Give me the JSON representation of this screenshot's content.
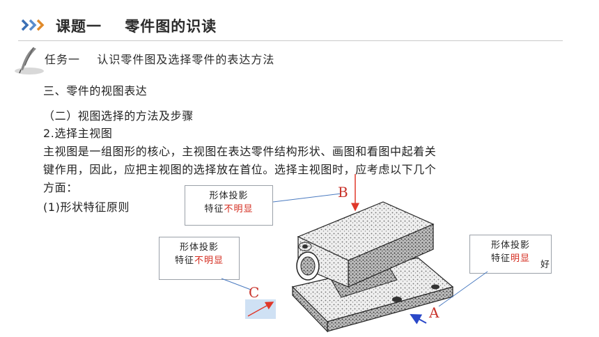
{
  "header": {
    "title": "课题一    零件图的识读"
  },
  "task": {
    "label": "任务一    认识零件图及选择零件的表达方法"
  },
  "content": {
    "section_heading": "三、零件的视图表达",
    "subsection_heading": "（二）视图选择的方法及步骤",
    "step_heading": "2.选择主视图",
    "paragraph_lines": [
      "主视图是一组图形的核心，主视图在表达零件结构形状、画图和看图中起着关",
      "键作用，因此，应把主视图的选择放在首位。选择主视图时，应考虑以下几个",
      "方面："
    ],
    "principle": "(1)形状特征原则"
  },
  "callouts": {
    "b": {
      "line1": "形体投影",
      "line2_prefix": "特征",
      "line2_highlight": "不明显"
    },
    "c": {
      "line1": "形体投影",
      "line2_prefix": "特征",
      "line2_highlight": "不明显"
    },
    "a": {
      "line1": "形体投影",
      "line2_prefix": "特征",
      "line2_highlight": "明显",
      "suffix": "好"
    }
  },
  "view_letters": {
    "a": "A",
    "b": "B",
    "c": "C"
  },
  "colors": {
    "accent_blue": "#3a6fb5",
    "highlight_red": "#d42b1e",
    "letter_red": "#c8322a",
    "arrow_blue": "#2a48c8",
    "c_box_fill": "#cfe1f4"
  },
  "icons": {
    "header_marker": "triple-chevron-icon",
    "task_marker": "quill-pen-icon"
  }
}
